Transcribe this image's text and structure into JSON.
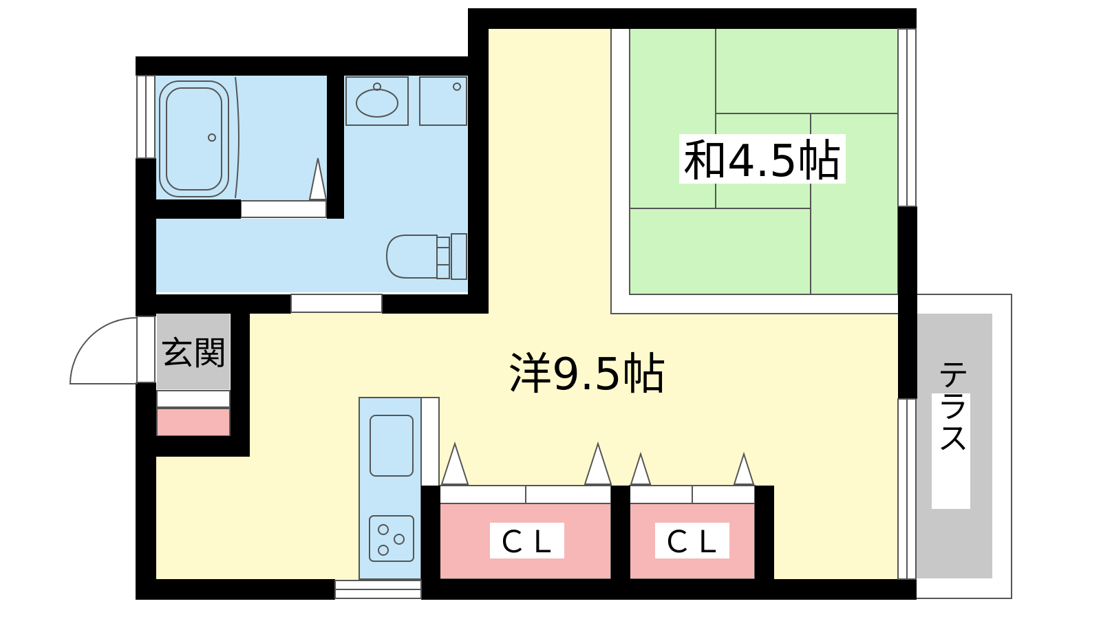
{
  "rooms": {
    "western": "洋9.5帖",
    "japanese": "和4.5帖",
    "entrance": "玄関",
    "terrace": "テラス",
    "closet_1": "ＣＬ",
    "closet_2": "ＣＬ"
  },
  "colors": {
    "wall": "#000000",
    "western_floor": "#fffacd",
    "tatami": "#ccf5c0",
    "wet_area": "#c4e6f8",
    "closet": "#f7b7b7",
    "terrace": "#c8c8c8",
    "entrance_floor": "#c8c8c8",
    "fixture_line": "#555555"
  }
}
